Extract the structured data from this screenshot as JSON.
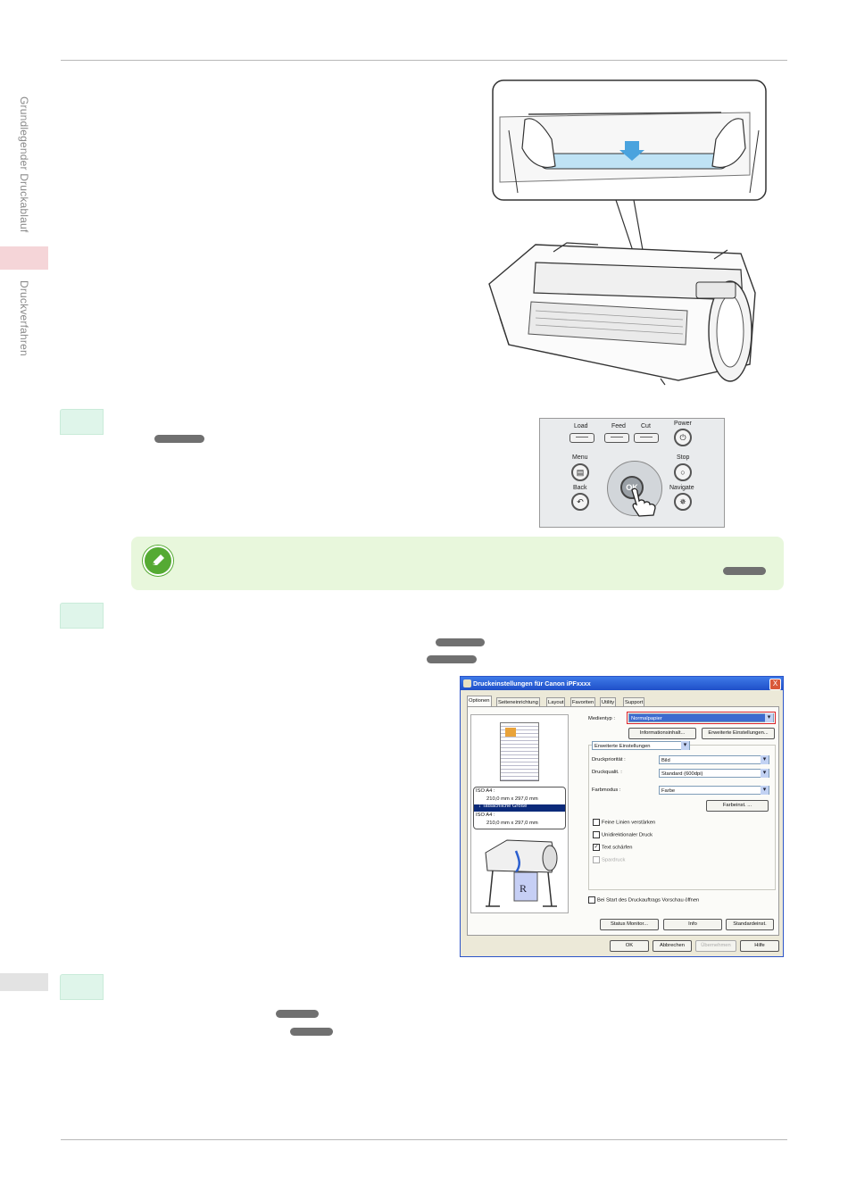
{
  "side_tabs": {
    "section_1": "Grundlegender Druckablauf",
    "section_2": "Druckverfahren"
  },
  "control_panel": {
    "load": "Load",
    "feed": "Feed",
    "cut": "Cut",
    "power": "Power",
    "menu": "Menu",
    "stop": "Stop",
    "back": "Back",
    "navigate": "Navigate",
    "ok": "OK"
  },
  "dialog": {
    "title": "Druckeinstellungen für Canon iPFxxxx",
    "close": "X",
    "tabs": [
      "Optionen",
      "Seiteneinrichtung",
      "Layout",
      "Favoriten",
      "Utility",
      "Support"
    ],
    "preview": {
      "paper_label_1": "ISO A4 :",
      "paper_size_1": "210,0 mm x 297,0 mm",
      "actual_size": "Tatsächliche Größe",
      "paper_label_2": "ISO A4 :",
      "paper_size_2": "210,0 mm x 297,0 mm"
    },
    "medientyp_label": "Medientyp :",
    "medientyp_value": "Normalpapier",
    "info_button": "Informationsinhalt...",
    "advanced_button": "Erweiterte Einstellungen...",
    "mode_select": "Erweiterte Einstellungen",
    "druckprioritat_label": "Druckpriorität :",
    "druckprioritat_value": "Bild",
    "druckqualitat_label": "Druckqualit. :",
    "druckqualitat_value": "Standard (600dpi)",
    "farbmodus_label": "Farbmodus :",
    "farbmodus_value": "Farbe",
    "farbeinst_button": "Farbeinst. ...",
    "checkboxes": [
      {
        "label": "Feine Linien verstärken",
        "checked": false,
        "disabled": false
      },
      {
        "label": "Unidirektionaler Druck",
        "checked": false,
        "disabled": false
      },
      {
        "label": "Text schärfen",
        "checked": true,
        "disabled": false
      },
      {
        "label": "Spardruck",
        "checked": false,
        "disabled": true
      }
    ],
    "preview_checkbox": "Bei Start des Druckauftrags Vorschau öffnen",
    "status_button": "Status Monitor...",
    "info_btn": "Info",
    "default_button": "Standardeinst.",
    "ok_button": "OK",
    "cancel_button": "Abbrechen",
    "apply_button": "Übernehmen",
    "help_button": "Hilfe"
  }
}
